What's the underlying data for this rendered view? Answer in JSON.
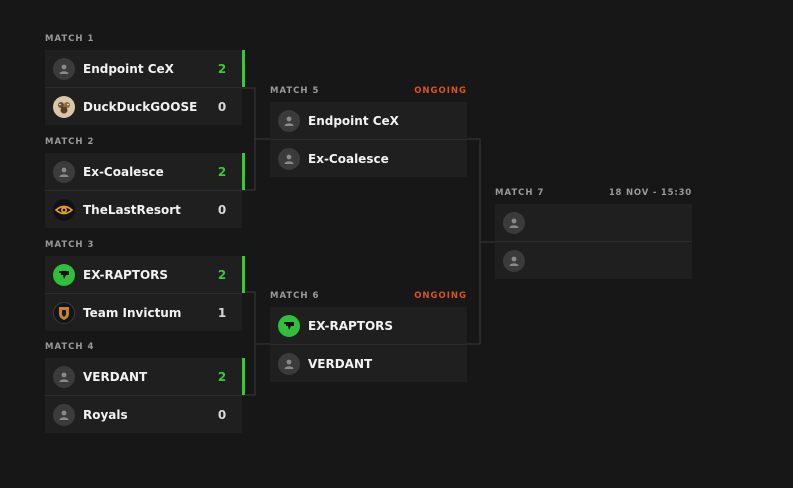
{
  "colors": {
    "background": "#171717",
    "card": "#1f1f1f",
    "winner_accent": "#33cc33",
    "status_ongoing": "#d9541e",
    "label": "#9a9a9a"
  },
  "round1": [
    {
      "label": "MATCH 1",
      "teams": [
        {
          "name": "Endpoint CeX",
          "score": "2",
          "icon": "person-icon",
          "winner": true
        },
        {
          "name": "DuckDuckGOOSE",
          "score": "0",
          "icon": "duck-logo-icon",
          "winner": false
        }
      ]
    },
    {
      "label": "MATCH 2",
      "teams": [
        {
          "name": "Ex-Coalesce",
          "score": "2",
          "icon": "person-icon",
          "winner": true
        },
        {
          "name": "TheLastResort",
          "score": "0",
          "icon": "eye-logo-icon",
          "winner": false
        }
      ]
    },
    {
      "label": "MATCH 3",
      "teams": [
        {
          "name": "EX-RAPTORS",
          "score": "2",
          "icon": "raptor-logo-icon",
          "winner": true
        },
        {
          "name": "Team Invictum",
          "score": "1",
          "icon": "invictum-logo-icon",
          "winner": false
        }
      ]
    },
    {
      "label": "MATCH 4",
      "teams": [
        {
          "name": "VERDANT",
          "score": "2",
          "icon": "person-icon",
          "winner": true
        },
        {
          "name": "Royals",
          "score": "0",
          "icon": "person-icon",
          "winner": false
        }
      ]
    }
  ],
  "round2": [
    {
      "label": "MATCH 5",
      "status": "ONGOING",
      "teams": [
        {
          "name": "Endpoint CeX",
          "icon": "person-icon"
        },
        {
          "name": "Ex-Coalesce",
          "icon": "person-icon"
        }
      ]
    },
    {
      "label": "MATCH 6",
      "status": "ONGOING",
      "teams": [
        {
          "name": "EX-RAPTORS",
          "icon": "raptor-logo-icon"
        },
        {
          "name": "VERDANT",
          "icon": "person-icon"
        }
      ]
    }
  ],
  "final": {
    "label": "MATCH 7",
    "time": "18 NOV - 15:30",
    "teams": [
      {
        "name": "",
        "icon": "person-icon"
      },
      {
        "name": "",
        "icon": "person-icon"
      }
    ]
  }
}
